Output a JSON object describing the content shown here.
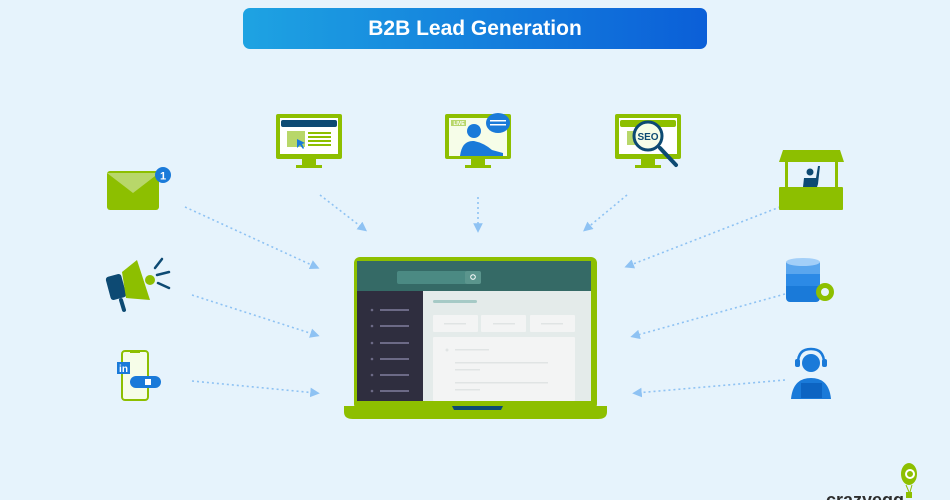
{
  "header": {
    "title": "B2B Lead Generation"
  },
  "icons": {
    "email_badge": "1",
    "linkedin_label": "in",
    "seo_label": "SEO",
    "live_label": "LIVE"
  },
  "logo": {
    "text": "crazyegg"
  },
  "colors": {
    "green": "#8dbf00",
    "blue": "#1a7ad9",
    "navy": "#0d4a73",
    "laptop_header": "#356a66",
    "sidebar": "#2f2e3f",
    "arrow": "#8ec2f3"
  }
}
